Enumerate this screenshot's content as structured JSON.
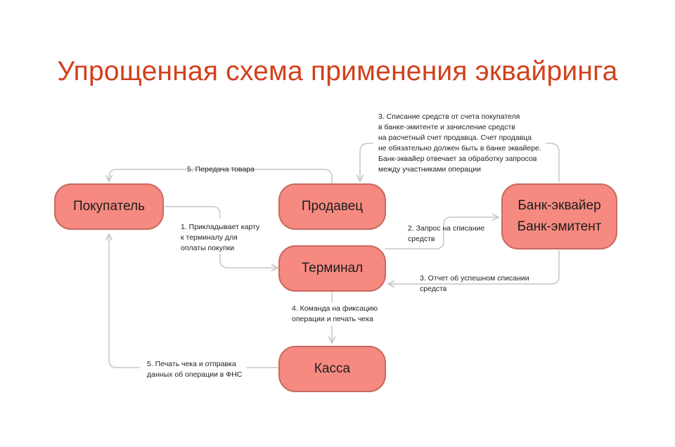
{
  "title": "Упрощенная схема применения эквайринга",
  "nodes": {
    "buyer": "Покупатель",
    "seller": "Продавец",
    "bank": {
      "line1": "Банк-эквайер",
      "line2": "Банк-эмитент"
    },
    "terminal": "Терминал",
    "cash": "Касса"
  },
  "notes": {
    "step1": [
      "1. Прикладывает карту",
      "к терминалу для",
      "оплаты покупки"
    ],
    "step2": [
      "2. Запрос на списание",
      "средств"
    ],
    "step3_report": [
      "3. Отчет об успешном списании",
      "средств"
    ],
    "step3_transfer": [
      "3. Списание средств от счета покупателя",
      "в банке-эмитенте и зачисление средств",
      "на расчетный счет продавца. Счет продавца",
      "не обязательно должен быть в банке эквайере.",
      "Банк-эквайер отвечает за обработку запросов",
      "между участниками операции"
    ],
    "step4": [
      "4. Команда на фиксацию",
      "операции и печать чека"
    ],
    "step5_goods": [
      "5. Передача товара"
    ],
    "step5_receipt": [
      "5. Печать чека и отправка",
      "данных об операции в ФНС"
    ]
  },
  "colors": {
    "title": "#d2401b",
    "node_fill": "#f68a80",
    "node_border": "#c86a62",
    "connector": "#c6c6c6"
  }
}
